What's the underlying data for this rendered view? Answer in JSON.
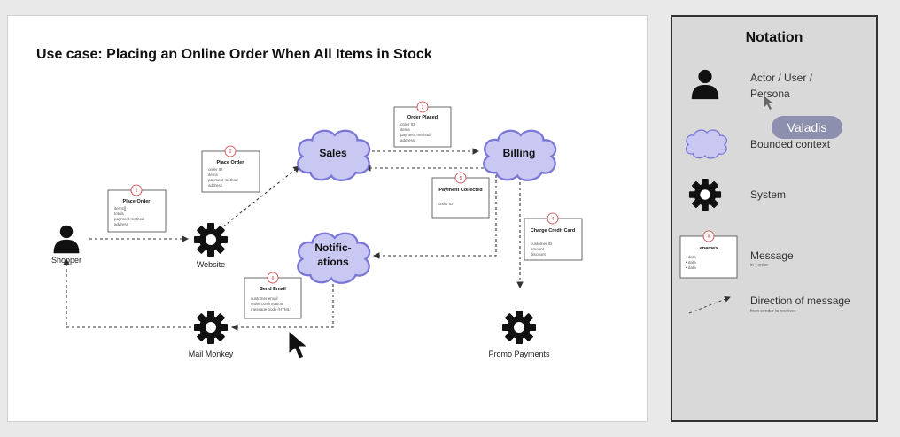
{
  "title": "Use case: Placing an Online Order When All Items in Stock",
  "colors": {
    "cloud_fill": "#c9c8f3",
    "cloud_stroke": "#7b77d6",
    "accent": "#c33333",
    "tag_bg": "#8c8fae"
  },
  "nodes": {
    "shopper": "Shopper",
    "website": "Website",
    "mail_monkey": "Mail Monkey",
    "promo_payments": "Promo Payments",
    "sales": "Sales",
    "billing": "Billing",
    "notifications_line1": "Notific-",
    "notifications_line2": "ations"
  },
  "messages": {
    "place_order_1": {
      "number": "1",
      "title": "Place Order",
      "lines": [
        "items[]",
        "totals",
        "payment method",
        "address"
      ]
    },
    "place_order_2": {
      "number": "2",
      "title": "Place Order",
      "lines": [
        "order ID",
        "items",
        "payment method",
        "address"
      ]
    },
    "order_placed": {
      "number": "3",
      "title": "Order Placed",
      "lines": [
        "order ID",
        "items",
        "payment method",
        "address"
      ]
    },
    "charge_card": {
      "number": "4",
      "title": "Charge Credit Card",
      "lines": [
        "customer ID",
        "amount",
        "discount"
      ]
    },
    "payment_collected": {
      "number": "5",
      "title": "Payment Collected",
      "lines": [
        "order ID"
      ]
    },
    "send_email": {
      "number": "6",
      "title": "Send Email",
      "lines": [
        "customer email",
        "order confirmation",
        "message body (HTML)"
      ]
    }
  },
  "legend": {
    "title": "Notation",
    "actor_line1": "Actor / User /",
    "actor_line2": "Persona",
    "bounded_context": "Bounded context",
    "system": "System",
    "message": "Message",
    "message_sub": "in • order",
    "message_sample_title": "<name>",
    "message_sample_num": "#",
    "message_sample_lines": [
      "• data",
      "• data",
      "• data"
    ],
    "direction": "Direction of message",
    "direction_sub": "from sender to receiver"
  },
  "overlay_tag": "Valadis"
}
